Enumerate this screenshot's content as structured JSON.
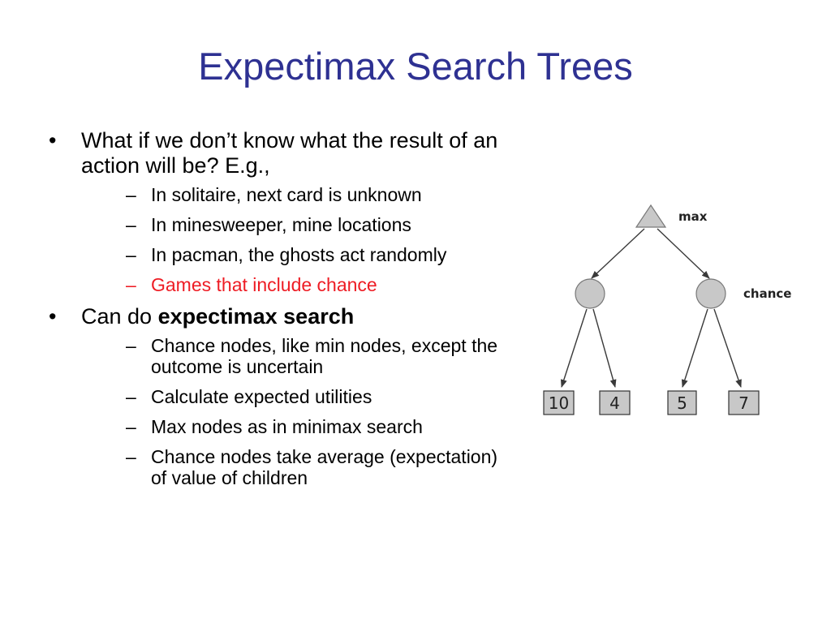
{
  "slide": {
    "title": "Expectimax Search Trees",
    "bullets": [
      {
        "text": "What if we don’t know what the result of an action will be? E.g.,",
        "bold": "",
        "subs": [
          {
            "text": "In solitaire, next card is unknown",
            "color": "#000000"
          },
          {
            "text": "In minesweeper, mine locations",
            "color": "#000000"
          },
          {
            "text": "In pacman, the ghosts act randomly",
            "color": "#000000"
          },
          {
            "text": "Games that include chance",
            "color": "#ee1c24"
          }
        ]
      },
      {
        "text": "Can do ",
        "bold": "expectimax search",
        "subs": [
          {
            "text": "Chance nodes, like min nodes, except the outcome is uncertain",
            "color": "#000000"
          },
          {
            "text": "Calculate expected utilities",
            "color": "#000000"
          },
          {
            "text": "Max nodes as in minimax search",
            "color": "#000000"
          },
          {
            "text": "Chance nodes take average (expectation) of value of children",
            "color": "#000000"
          }
        ]
      }
    ]
  },
  "diagram": {
    "max_label": "max",
    "chance_label": "chance",
    "leaves": [
      "10",
      "4",
      "5",
      "7"
    ]
  },
  "colors": {
    "title": "#2e3192",
    "highlight": "#ee1c24",
    "node_fill": "#c8c8c8"
  }
}
